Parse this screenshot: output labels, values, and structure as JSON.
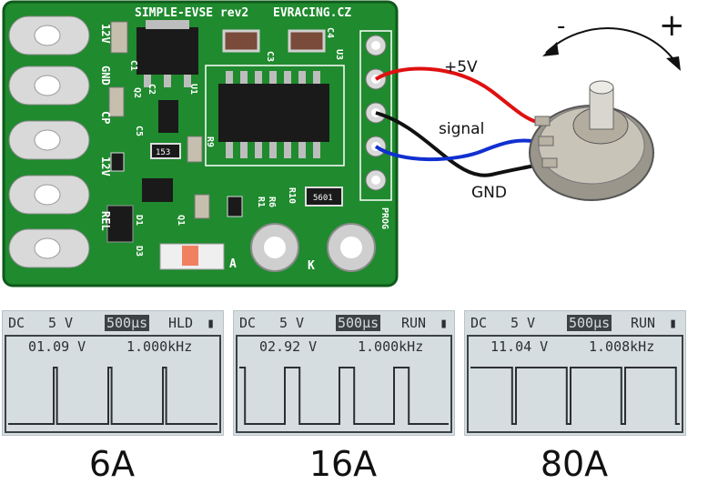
{
  "board": {
    "title": "SIMPLE-EVSE rev2",
    "brand": "EVRACING.CZ",
    "pin_labels": [
      "12V",
      "GND",
      "CP",
      "12V",
      "REL"
    ],
    "chip_labels": [
      "U1",
      "U3",
      "C1",
      "C2",
      "C3",
      "C4",
      "C5",
      "Q1",
      "Q2",
      "D1",
      "D3",
      "R1",
      "R6",
      "R9",
      "R10",
      "A",
      "K",
      "PROG"
    ],
    "resistor_codes": [
      "153",
      "5601"
    ],
    "colors": {
      "pcb": "#1f8a2e",
      "pcb_dark": "#0f5a1a",
      "pad": "#d9d9d9",
      "chip": "#1a1a1a"
    }
  },
  "wiring": {
    "labels": {
      "power": "+5V",
      "signal": "signal",
      "ground": "GND"
    },
    "colors": {
      "power": "#e01010",
      "signal": "#1030d0",
      "ground": "#111111"
    }
  },
  "potentiometer": {
    "minus": "-",
    "plus": "+"
  },
  "scopes": [
    {
      "coupling": "DC",
      "volts": "5 V",
      "timebase": "500µs",
      "mode": "HLD",
      "voltage": "01.09 V",
      "frequency": "1.000kHz",
      "duty": 0.06,
      "caption": "6A"
    },
    {
      "coupling": "DC",
      "volts": "5 V",
      "timebase": "500µs",
      "mode": "RUN",
      "voltage": "02.92 V",
      "frequency": "1.000kHz",
      "duty": 0.27,
      "caption": "16A"
    },
    {
      "coupling": "DC",
      "volts": "5 V",
      "timebase": "500µs",
      "mode": "RUN",
      "voltage": "11.04 V",
      "frequency": "1.008kHz",
      "duty": 0.93,
      "caption": "80A"
    }
  ]
}
